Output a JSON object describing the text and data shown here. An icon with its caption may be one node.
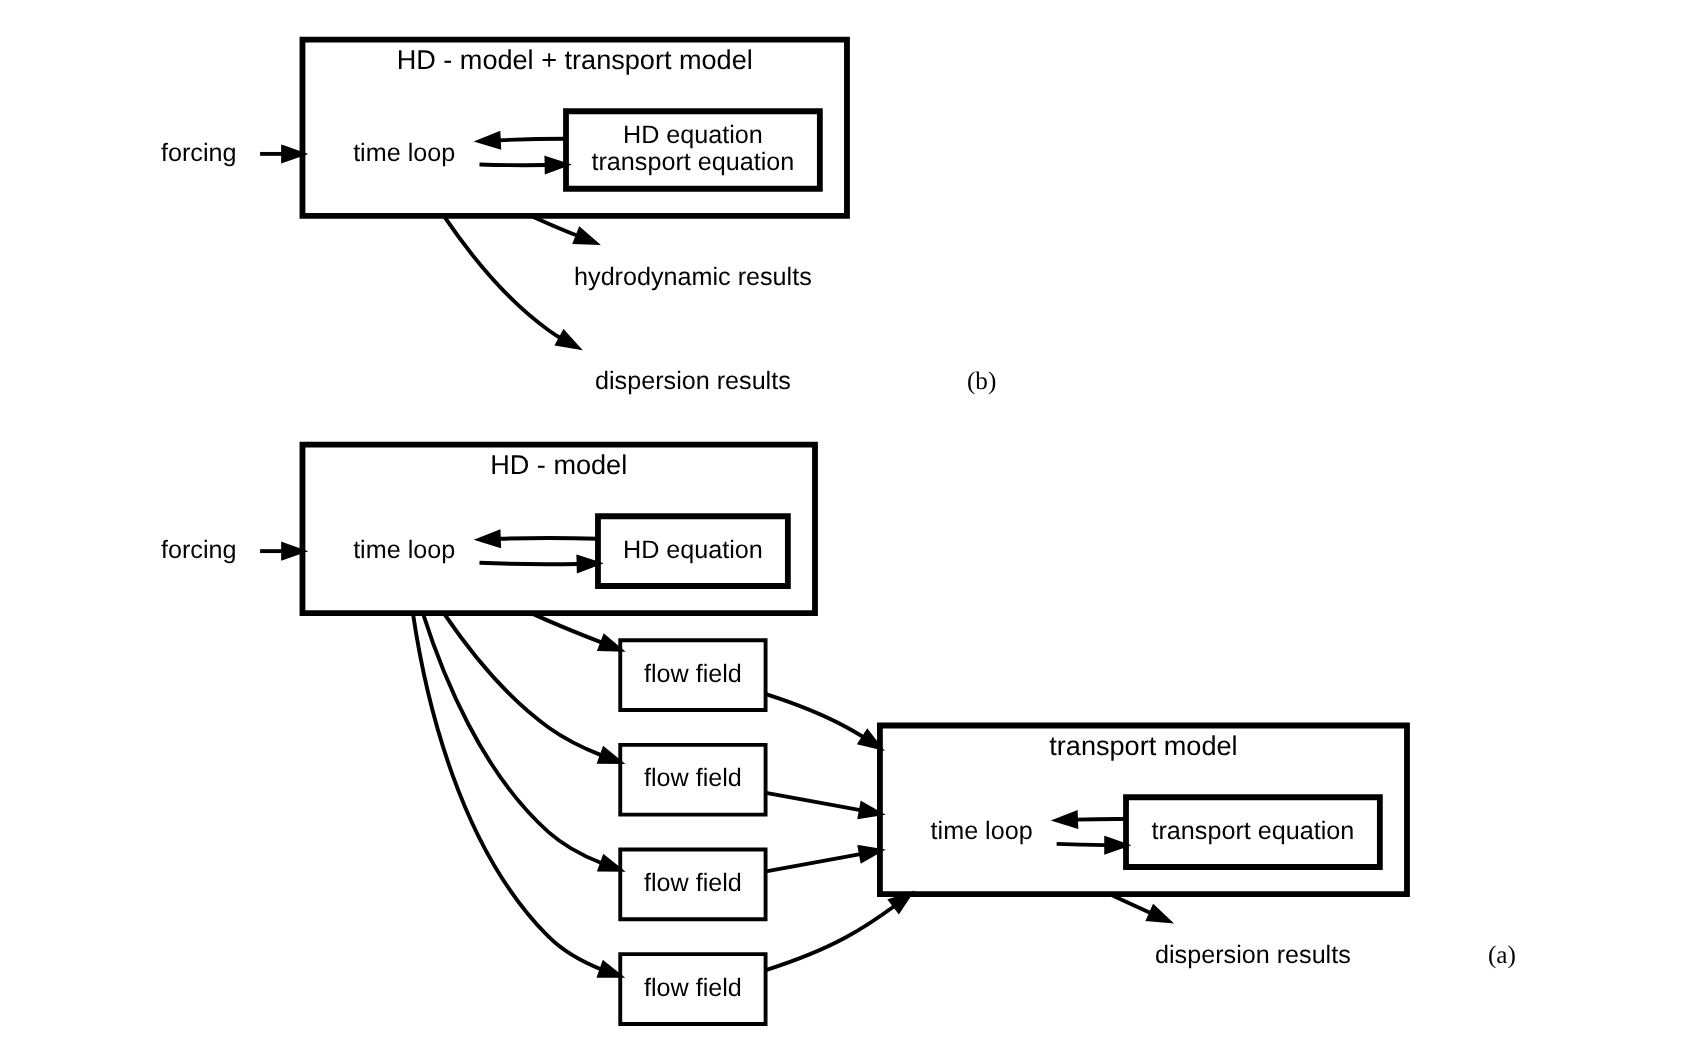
{
  "diagram": {
    "nodes": [
      {
        "text": [
          "HD - model"
        ]
      },
      {
        "text": [
          "time loop"
        ],
        "in": 0
      },
      {
        "text": [
          "HD equation"
        ],
        "in": 0
      },
      {
        "text": [
          "flow field"
        ]
      },
      {
        "text": [
          "flow field"
        ]
      },
      {
        "text": [
          "flow field"
        ]
      },
      {
        "text": [
          "flow field"
        ]
      },
      {
        "text": [
          "transport model"
        ]
      },
      {
        "text": [
          "time loop"
        ],
        "in": 7
      },
      {
        "text": [
          "transport equation"
        ],
        "in": 7
      },
      {
        "text": [
          "forcing"
        ]
      },
      {
        "text": [
          "dispersion results"
        ]
      },
      {
        "text": [
          "HD - model + transport model"
        ]
      },
      {
        "text": [
          "time loop"
        ],
        "in": 12
      },
      {
        "text": [
          "HD equation",
          "transport equation"
        ],
        "in": 12
      },
      {
        "text": [
          "forcing"
        ]
      },
      {
        "text": [
          "hydrodynamic results"
        ]
      },
      {
        "text": [
          "dispersion results"
        ]
      }
    ],
    "edges": [
      {
        "from": 10,
        "to": 0,
        "arrow": "to"
      },
      {
        "from": 1,
        "to": 2,
        "arrow": "to"
      },
      {
        "from": 2,
        "to": 1,
        "arrow": "to"
      },
      {
        "from": 0,
        "to": 3,
        "arrow": "to"
      },
      {
        "from": 0,
        "to": 4,
        "arrow": "to"
      },
      {
        "from": 0,
        "to": 5,
        "arrow": "to"
      },
      {
        "from": 0,
        "to": 6,
        "arrow": "to"
      },
      {
        "from": 3,
        "to": 7,
        "arrow": "to"
      },
      {
        "from": 4,
        "to": 7,
        "arrow": "to"
      },
      {
        "from": 5,
        "to": 7,
        "arrow": "to"
      },
      {
        "from": 6,
        "to": 7,
        "arrow": "to"
      },
      {
        "from": 8,
        "to": 9,
        "arrow": "to"
      },
      {
        "from": 9,
        "to": 8,
        "arrow": "to"
      },
      {
        "from": 7,
        "to": 11,
        "arrow": "to"
      },
      {
        "from": 15,
        "to": 12,
        "arrow": "to"
      },
      {
        "from": 13,
        "to": 14,
        "arrow": "to"
      },
      {
        "from": 14,
        "to": 13,
        "arrow": "to"
      },
      {
        "from": 12,
        "to": 16,
        "arrow": "to"
      },
      {
        "from": 12,
        "to": 17,
        "arrow": "to"
      }
    ],
    "labels": [
      "(a)",
      "(b)"
    ]
  }
}
